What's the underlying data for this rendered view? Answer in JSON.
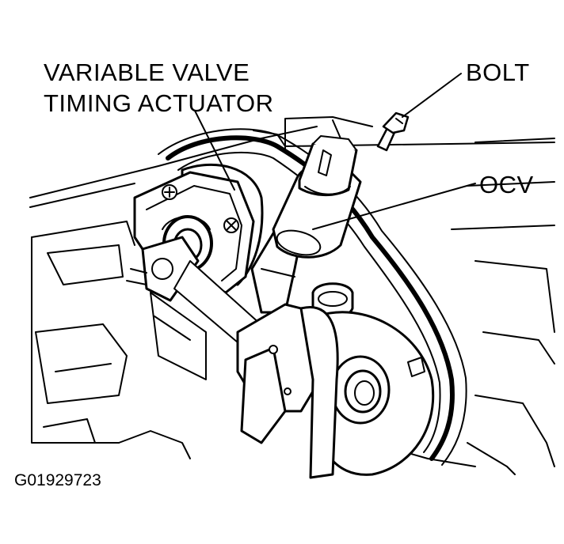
{
  "callouts": {
    "actuator_line1": "VARIABLE VALVE",
    "actuator_line2": "TIMING ACTUATOR",
    "bolt": "BOLT",
    "ocv": "OCV"
  },
  "figure_id": "G01929723",
  "colors": {
    "line": "#000000",
    "background": "#ffffff"
  }
}
